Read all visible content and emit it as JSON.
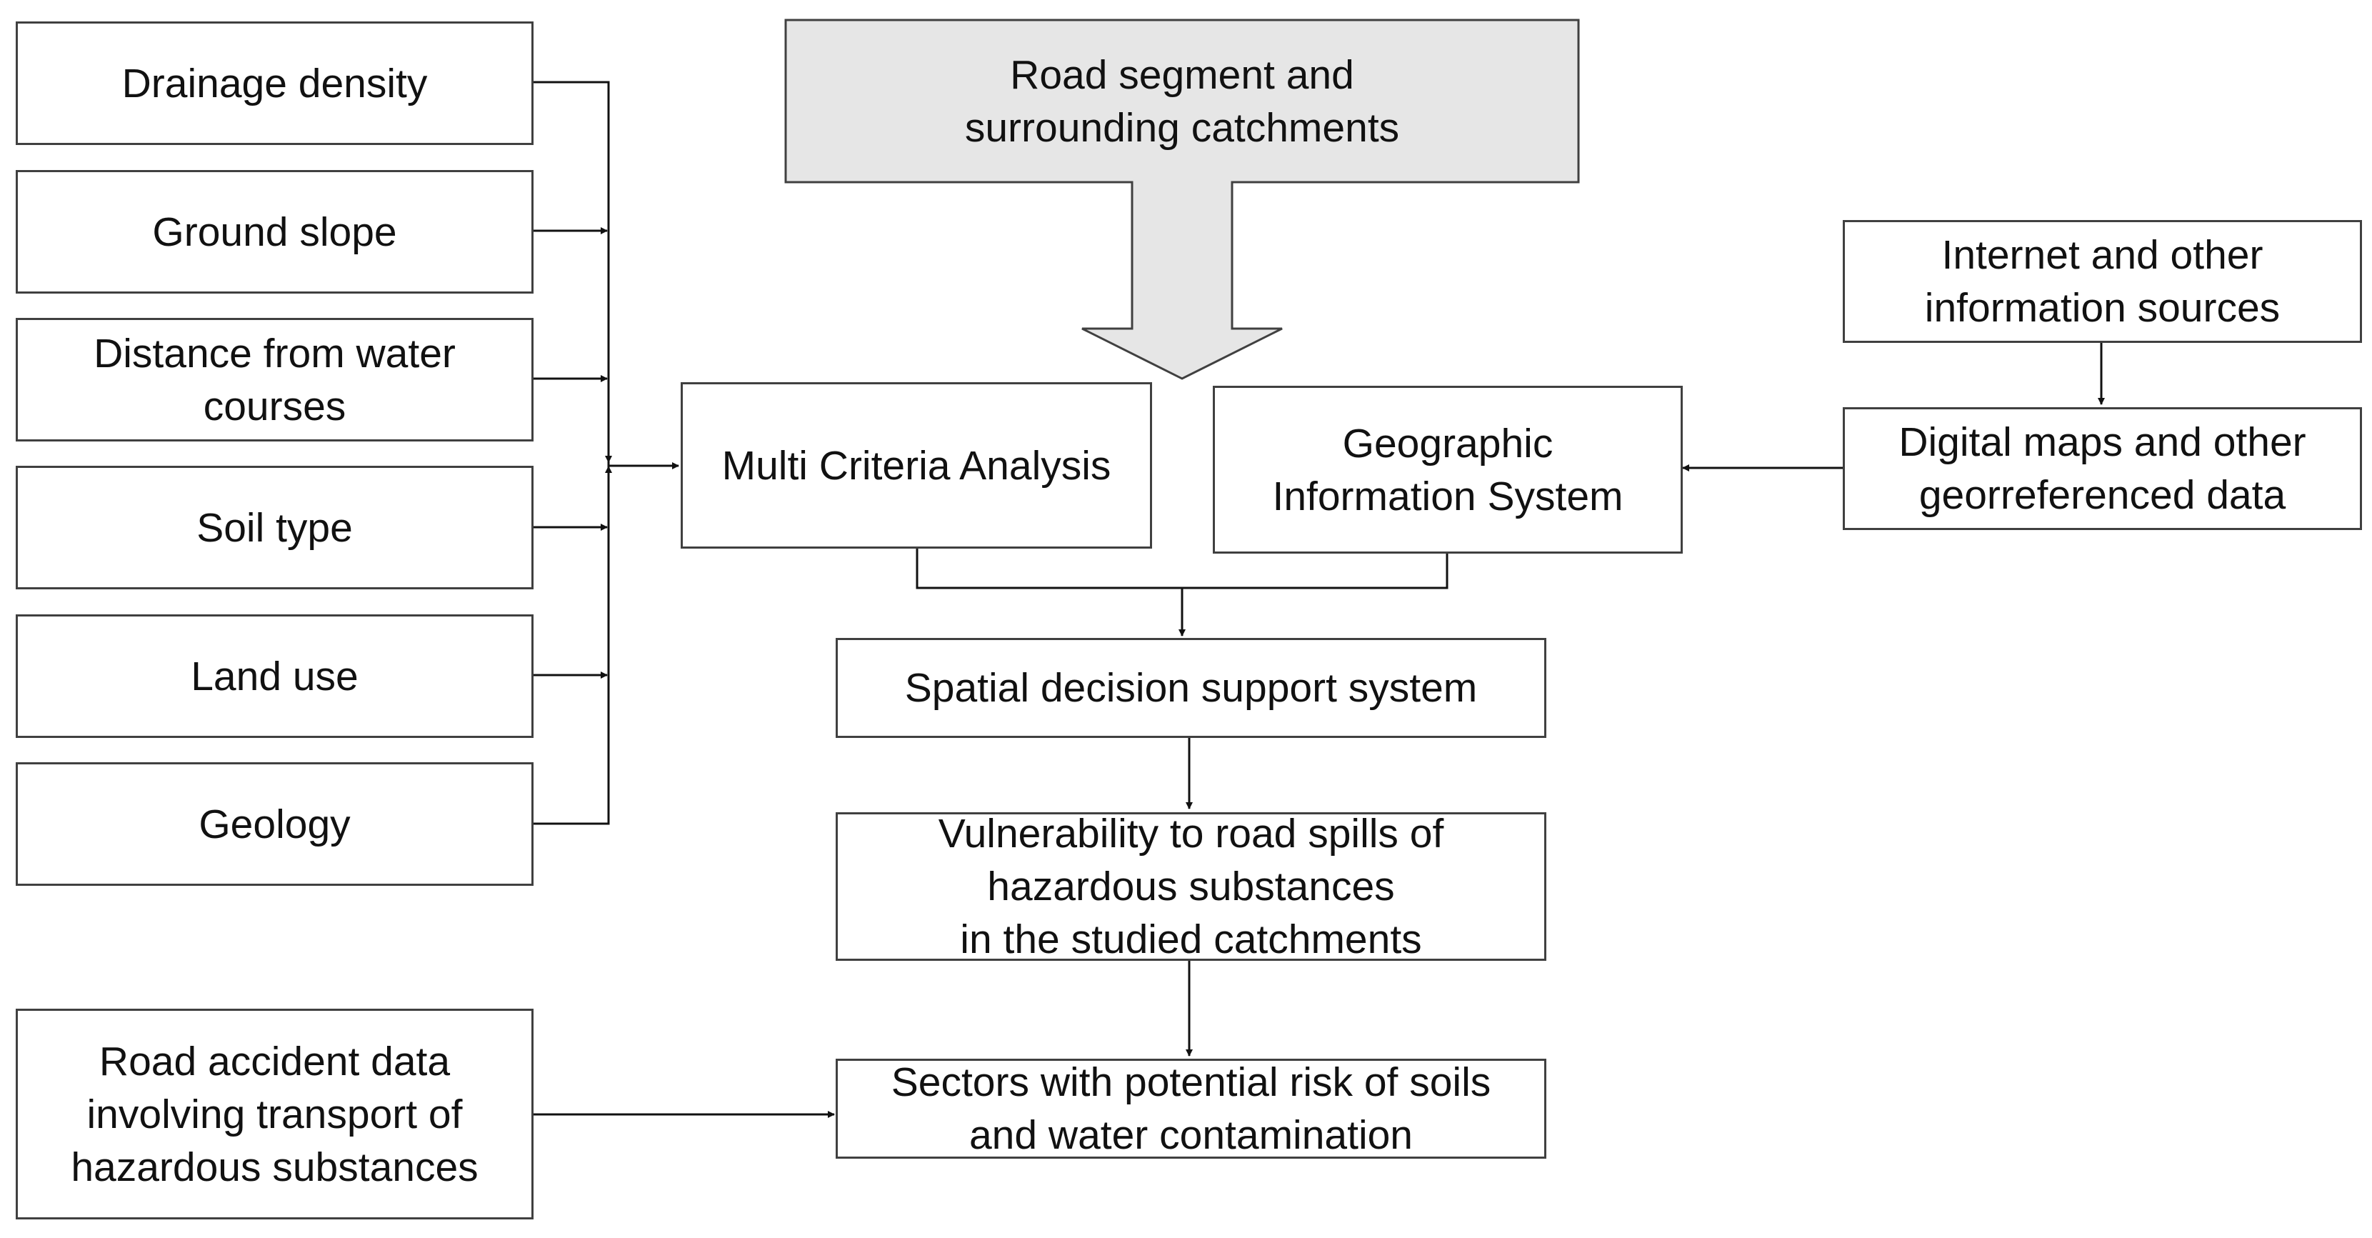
{
  "nodes": {
    "drainage_density": "Drainage density",
    "ground_slope": "Ground slope",
    "distance_from_water": "Distance from water\ncourses",
    "soil_type": "Soil type",
    "land_use": "Land use",
    "geology": "Geology",
    "road_segment": "Road segment and\nsurrounding catchments",
    "mca": "Multi Criteria Analysis",
    "gis": "Geographic\nInformation System",
    "internet": "Internet and other\ninformation sources",
    "digital_maps": "Digital maps and other\ngeorreferenced data",
    "sdss": "Spatial decision support system",
    "vulnerability": "Vulnerability to road spills of\nhazardous substances\nin the studied catchments",
    "accident_data": "Road accident data\ninvolving transport of\nhazardous substances",
    "sectors": "Sectors with potential risk of soils\nand water contamination"
  },
  "colors": {
    "line": "#111111",
    "border": "#404040",
    "highlight_fill": "#e6e6e6"
  }
}
